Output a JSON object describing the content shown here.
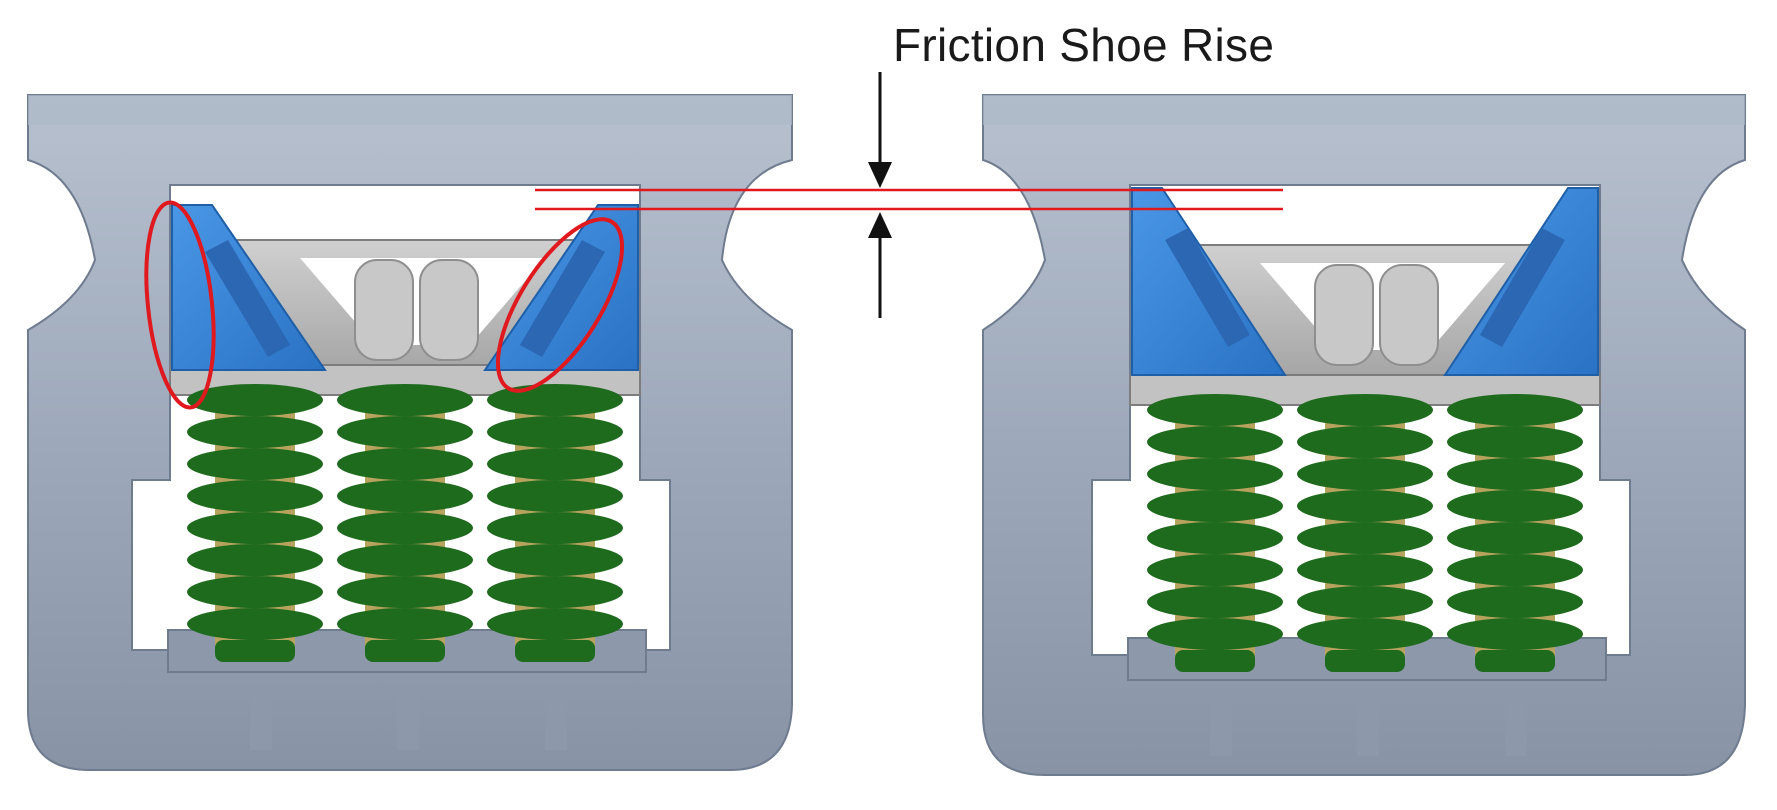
{
  "annotation": {
    "label": "Friction Shoe Rise"
  },
  "colors": {
    "frame": "#9aa6b8",
    "frame_light": "#b4bfcd",
    "frame_dark": "#7f8ba0",
    "shoe": "#3a86d6",
    "shoe_dark": "#1f5fa8",
    "wedge": "#bdbdbd",
    "wedge_dark": "#8f8f8f",
    "spring_outer": "#1e6b1e",
    "spring_inner": "#b8a35e",
    "highlight": "#e0191f",
    "arrow": "#111111"
  },
  "assemblies": [
    {
      "name": "left-assembly",
      "state": "before"
    },
    {
      "name": "right-assembly",
      "state": "after"
    }
  ]
}
